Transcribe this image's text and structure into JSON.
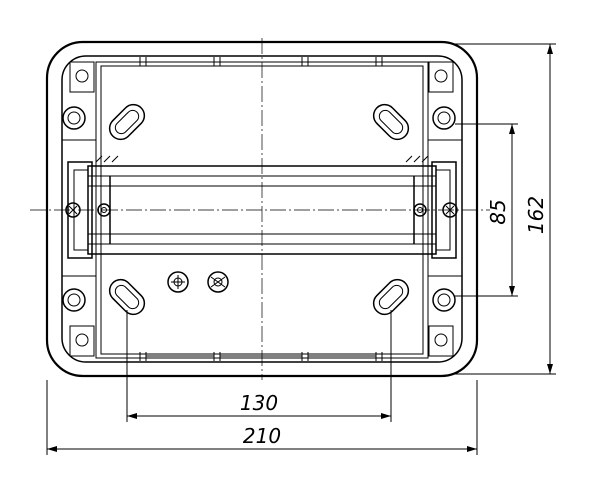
{
  "drawing": {
    "dimensions": {
      "overall_width": "210",
      "hole_spacing_horizontal": "130",
      "overall_height": "162",
      "hole_spacing_vertical": "85"
    },
    "line_color": "#000000",
    "background": "#ffffff"
  }
}
